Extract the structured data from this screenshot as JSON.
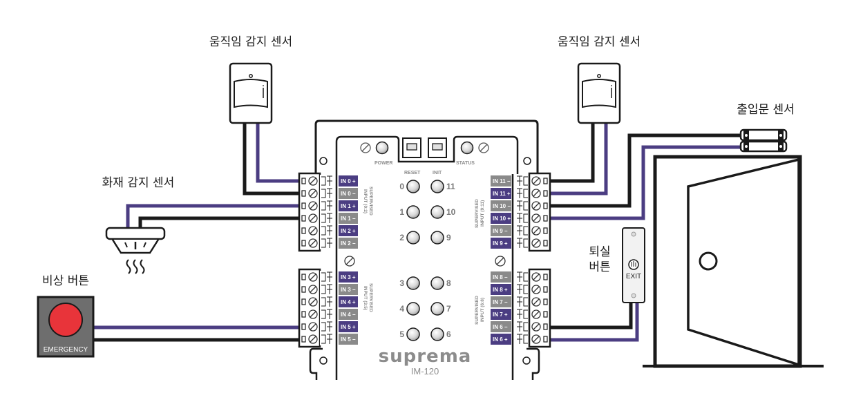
{
  "colors": {
    "wire_purple": "#4b3d82",
    "wire_black": "#1a1a1a",
    "pin_plus": "#4b3d82",
    "pin_minus": "#8a8a8a",
    "emergency_red": "#e8343a",
    "emergency_body": "#6e6e6e",
    "label_gray": "#8a8a8a"
  },
  "labels": {
    "motion_sensor_left": "움직임 감지 센서",
    "motion_sensor_right": "움직임 감지 센서",
    "fire_sensor": "화재 감지 센서",
    "emergency_button": "비상 버튼",
    "door_sensor": "출입문 센서",
    "exit_button_line1": "퇴실",
    "exit_button_line2": "버튼"
  },
  "emergency_text": "EMERGENCY",
  "exit_text": "EXIT",
  "device": {
    "brand": "suprema",
    "model": "IM-120",
    "power_label": "POWER",
    "status_label": "STATUS",
    "reset_label": "RESET",
    "init_label": "INIT",
    "group_labels": {
      "g0_line1": "SUPERVISED",
      "g0_line2": "INPUT (0:2)",
      "g1_line1": "SUPERVISED",
      "g1_line2": "INPUT (3:5)",
      "g2_line1": "SUPERVISED",
      "g2_line2": "INPUT (9:11)",
      "g3_line1": "SUPERVISED",
      "g3_line2": "INPUT (6:8)"
    },
    "led_left": [
      "0",
      "1",
      "2",
      "3",
      "4",
      "5"
    ],
    "led_right": [
      "11",
      "10",
      "9",
      "8",
      "7",
      "6"
    ],
    "pins_left_top": [
      {
        "label": "IN 0 +",
        "pol": "plus"
      },
      {
        "label": "IN 0 −",
        "pol": "minus"
      },
      {
        "label": "IN 1 +",
        "pol": "plus"
      },
      {
        "label": "IN 1 −",
        "pol": "minus"
      },
      {
        "label": "IN 2 +",
        "pol": "plus"
      },
      {
        "label": "IN 2 −",
        "pol": "minus"
      }
    ],
    "pins_left_bottom": [
      {
        "label": "IN 3 +",
        "pol": "plus"
      },
      {
        "label": "IN 3 −",
        "pol": "minus"
      },
      {
        "label": "IN 4 +",
        "pol": "plus"
      },
      {
        "label": "IN 4 −",
        "pol": "minus"
      },
      {
        "label": "IN 5 +",
        "pol": "plus"
      },
      {
        "label": "IN 5 −",
        "pol": "minus"
      }
    ],
    "pins_right_top": [
      {
        "label": "IN 11 −",
        "pol": "minus"
      },
      {
        "label": "IN 11 +",
        "pol": "plus"
      },
      {
        "label": "IN 10 −",
        "pol": "minus"
      },
      {
        "label": "IN 10 +",
        "pol": "plus"
      },
      {
        "label": "IN 9 −",
        "pol": "minus"
      },
      {
        "label": "IN 9 +",
        "pol": "plus"
      }
    ],
    "pins_right_bottom": [
      {
        "label": "IN 8 −",
        "pol": "minus"
      },
      {
        "label": "IN 8 +",
        "pol": "plus"
      },
      {
        "label": "IN 7 −",
        "pol": "minus"
      },
      {
        "label": "IN 7 +",
        "pol": "plus"
      },
      {
        "label": "IN 6 −",
        "pol": "minus"
      },
      {
        "label": "IN 6 +",
        "pol": "plus"
      }
    ]
  }
}
